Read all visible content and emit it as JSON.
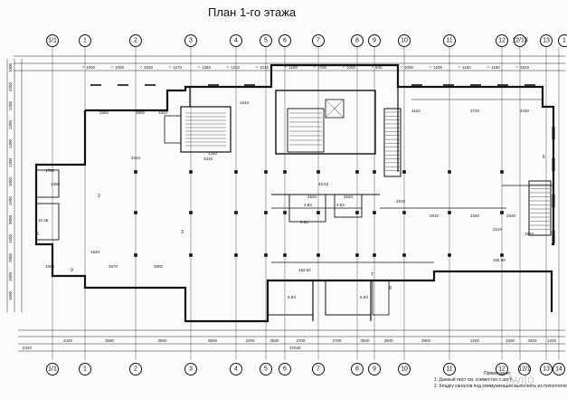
{
  "title": "План 1-го этажа",
  "axes": [
    "1/1",
    "1",
    "2",
    "3",
    "4",
    "5",
    "6",
    "7",
    "8",
    "9",
    "10",
    "11",
    "12",
    "12/13",
    "13",
    "14"
  ],
  "axis_extra_top": [
    "1"
  ],
  "axis_extra_bottom": [
    "12/1"
  ],
  "dims_bottom_row1": [
    "2440",
    "3600",
    "3900",
    "3900",
    "2200",
    "3500",
    "2700",
    "2700",
    "3500",
    "2600",
    "3900",
    "2200",
    "1000",
    "3400",
    "1425"
  ],
  "dims_bottom_total": "37040",
  "dims_top": [
    "1000",
    "1000",
    "2200",
    "1270",
    "1360",
    "1310",
    "1010",
    "1200",
    "1750",
    "1000",
    "940",
    "1000",
    "1200",
    "1160",
    "1160",
    "1520"
  ],
  "dims_left": [
    "1000",
    "2200",
    "1200",
    "1300",
    "1300",
    "1200",
    "1000",
    "1500",
    "9000",
    "1500",
    "2000",
    "1000",
    "1000"
  ],
  "room_labels": [
    "2",
    "9",
    "7",
    "8",
    "3",
    "5",
    "6"
  ],
  "areas": [
    "46.53",
    "155.89",
    "182.54",
    "6.83",
    "6.83",
    "10.38",
    "5.61",
    "4.83",
    "4.83"
  ],
  "misc_dims": [
    "2650",
    "3900",
    "1810",
    "1250",
    "1810",
    "3110",
    "3720",
    "3430",
    "2520",
    "2520",
    "2910",
    "2910",
    "2870",
    "3900",
    "1540",
    "1360",
    "1060",
    "1760",
    "3310",
    "3310",
    "2250",
    "2640",
    "1920",
    "2210"
  ],
  "notes": {
    "heading": "Примечание:",
    "line1": "1. Данный лист см. совместно с шиф...",
    "line2": "2. Кладку каналов под коммуникации выполнять из полнотелого кирпича"
  },
  "watermark": "Avito"
}
